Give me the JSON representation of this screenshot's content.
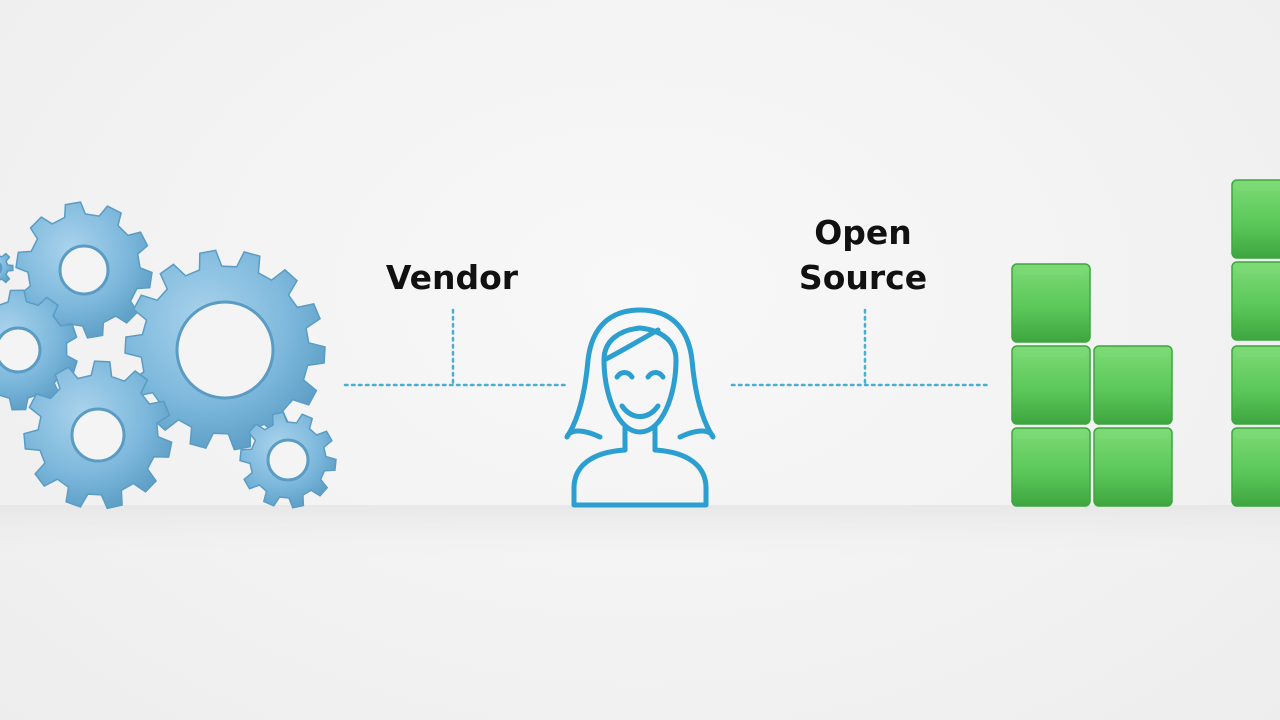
{
  "labels": {
    "vendor": "Vendor",
    "open_source_line1": "Open",
    "open_source_line2": "Source"
  },
  "colors": {
    "gear_fill": "#7db8dc",
    "gear_shade": "#5a9cc4",
    "connector": "#4aaed3",
    "person_stroke": "#2b9fcf",
    "block_fill": "#5cc85a",
    "block_shade": "#3ea63f",
    "block_light": "#7ddb76"
  },
  "icons": {
    "left": "gears-icon",
    "center": "person-icon",
    "right": "blocks-icon"
  }
}
